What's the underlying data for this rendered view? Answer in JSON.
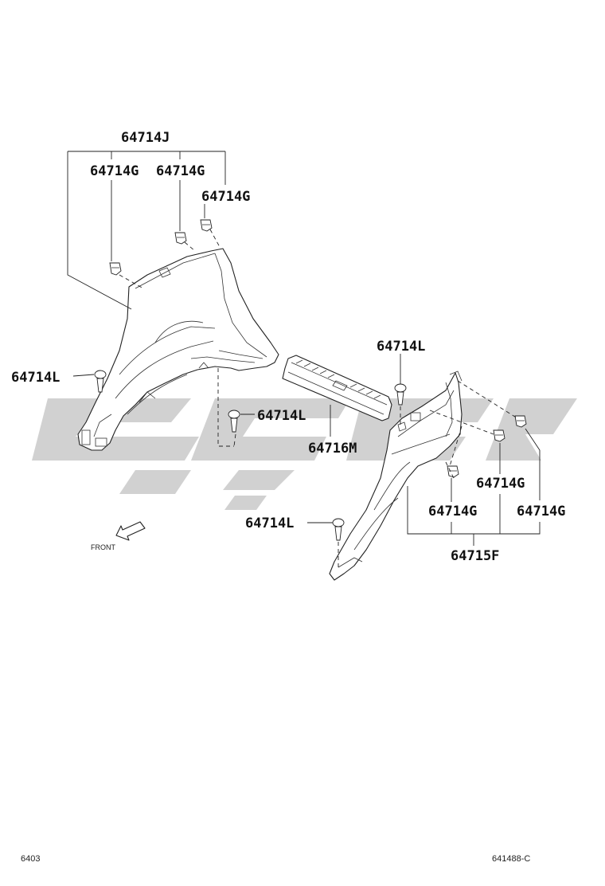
{
  "labels": {
    "left_trim": "64714J",
    "clip_g1": "64714G",
    "clip_g2": "64714G",
    "clip_g3": "64714G",
    "clip_l_left": "64714L",
    "clip_l_mid": "64714L",
    "clip_l_right_top": "64714L",
    "clip_l_right_bottom": "64714L",
    "sill_plate": "64716M",
    "right_trim": "64715F",
    "clip_g_r1": "64714G",
    "clip_g_r2": "64714G",
    "clip_g_r3": "64714G"
  },
  "front_arrow_label": "FRONT",
  "footer": {
    "page_code": "6403",
    "drawing_code": "641488-C"
  }
}
